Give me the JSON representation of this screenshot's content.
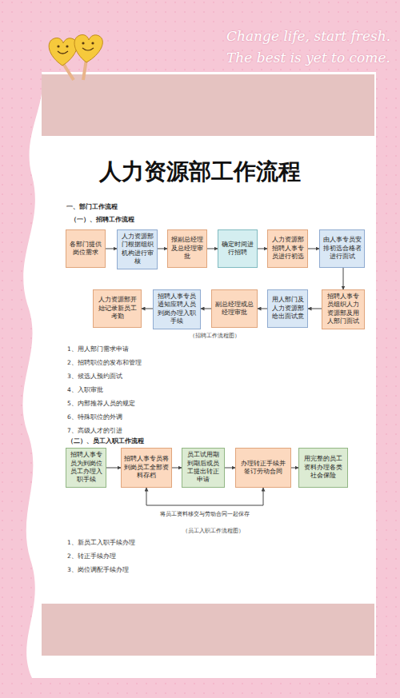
{
  "diagram": {
    "title": "人力资源部工作流程",
    "nodes": [
      {
        "text": [
          "各部门提供岗位需求"
        ]
      },
      {
        "text": [
          "人力资源部门根据组织机构进行审核"
        ]
      },
      {
        "text": [
          "报副总经理及总经理审批"
        ]
      },
      {
        "text": [
          "确定时间进行招聘"
        ]
      },
      {
        "text": [
          "人力资源部招聘人事专员进行初选"
        ]
      },
      {
        "text": [
          "由人事专员安排初选合格者进行面试"
        ]
      },
      {
        "text": [
          "招聘人事专员组织人力资源部及用人部门面试"
        ]
      },
      {
        "text": [
          "用人部门及人力资源部给出面试意"
        ]
      },
      {
        "text": [
          "副总经理或总经理审批"
        ]
      },
      {
        "text": [
          "招聘人事专员通知应聘人员到岗办理入职手续"
        ]
      },
      {
        "text": [
          "人力资源部开始记录新员工考勤"
        ]
      },
      {
        "text": [
          "招聘人事专员为到岗位员工办理入职手续"
        ]
      },
      {
        "text": [
          "招聘人事专员将到岗员工全部资料存档"
        ]
      },
      {
        "text": [
          "员工试用期到期后或员工提出转正申请"
        ]
      },
      {
        "text": [
          "办理转正手续并签订劳动合同"
        ]
      },
      {
        "text": [
          "用完整的员工资料办理各类社会保险"
        ]
      }
    ],
    "edges": [
      {
        "from": 0,
        "to": 1,
        "arrow": "to"
      },
      {
        "from": 1,
        "to": 2,
        "arrow": "to"
      },
      {
        "from": 2,
        "to": 3,
        "arrow": "to"
      },
      {
        "from": 3,
        "to": 4,
        "arrow": "to"
      },
      {
        "from": 4,
        "to": 5,
        "arrow": "to"
      },
      {
        "from": 5,
        "to": 6,
        "arrow": "to"
      },
      {
        "from": 6,
        "to": 7,
        "arrow": "to"
      },
      {
        "from": 7,
        "to": 8,
        "arrow": "to"
      },
      {
        "from": 8,
        "to": 9,
        "arrow": "to"
      },
      {
        "from": 9,
        "to": 10,
        "arrow": "to"
      },
      {
        "from": 11,
        "to": 12,
        "arrow": "to"
      },
      {
        "from": 12,
        "to": 13,
        "arrow": "to"
      },
      {
        "from": 13,
        "to": 14,
        "arrow": "to"
      },
      {
        "from": 14,
        "to": 15,
        "arrow": "to"
      },
      {
        "from": 12,
        "to": 14,
        "label": "将员工资料移交与劳动合同一起保存",
        "arrow": "both"
      }
    ],
    "labels": [
      "Change life, start fresh.",
      "The best is yet to come.",
      "一、部门工作流程",
      "（一）、招聘工作流程",
      "（招聘工作流程图）",
      "1、用人部门需求申请",
      "2、招聘职位的发布和管理",
      "3、候选人预约面试",
      "4、入职审批",
      "5、内部推荐人员的规定",
      "6、特殊职位的外调",
      "7、高级人才的引进",
      "（二）、员工入职工作流程",
      "（员工入职工作流程图）",
      "1、新员工入职手续办理",
      "2、转正手续办理",
      "3、岗位调配手续办理"
    ]
  }
}
